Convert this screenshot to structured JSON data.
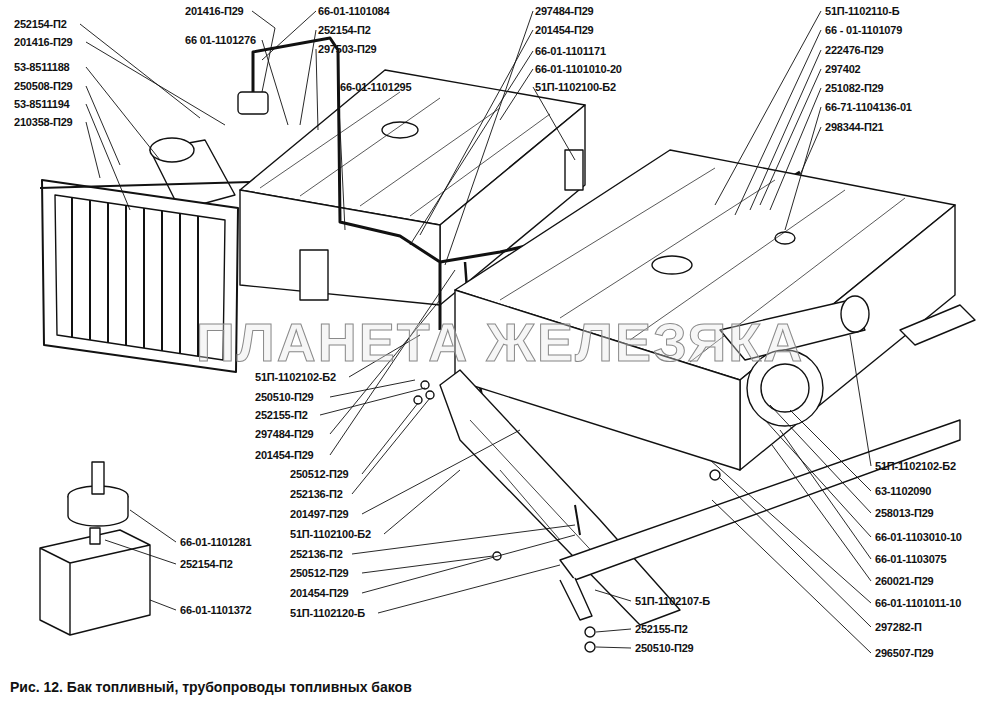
{
  "diagram": {
    "caption": "Рис. 12. Бак топливный, трубопроводы топливных баков",
    "labels": [
      "252154-П2",
      "201416-П29",
      "53-8511188",
      "250508-П29",
      "53-8511194",
      "210358-П29",
      "201416-П29",
      "66 01-1101276",
      "66-01-1101084",
      "252154-П2",
      "297503-П29",
      "66-01-1101295",
      "297484-П29",
      "201454-П29",
      "66-01-1101171",
      "66-01-1101010-20",
      "51П-1102100-Б2",
      "51П-1102110-Б",
      "66 - 01-1101079",
      "222476-П29",
      "297402",
      "251082-П29",
      "66-71-1104136-01",
      "298344-П21",
      "51П-1102102-Б2",
      "250510-П29",
      "252155-П2",
      "297484-П29",
      "201454-П29",
      "250512-П29",
      "252136-П2",
      "201497-П29",
      "51П-1102100-Б2",
      "252136-П2",
      "250512-П29",
      "201454-П29",
      "51П-1102120-Б",
      "66-01-1101281",
      "252154-П2",
      "66-01-1101372",
      "51П-1102107-Б",
      "252155-П2",
      "250510-П29",
      "51П-1102102-Б2",
      "63-1102090",
      "258013-П29",
      "66-01-1103010-10",
      "66-01-1103075",
      "260021-П29",
      "66-01-1101011-10",
      "297282-П",
      "296507-П29",
      "ПЛАНЕТА ЖЕЛЕЗЯКА"
    ]
  }
}
